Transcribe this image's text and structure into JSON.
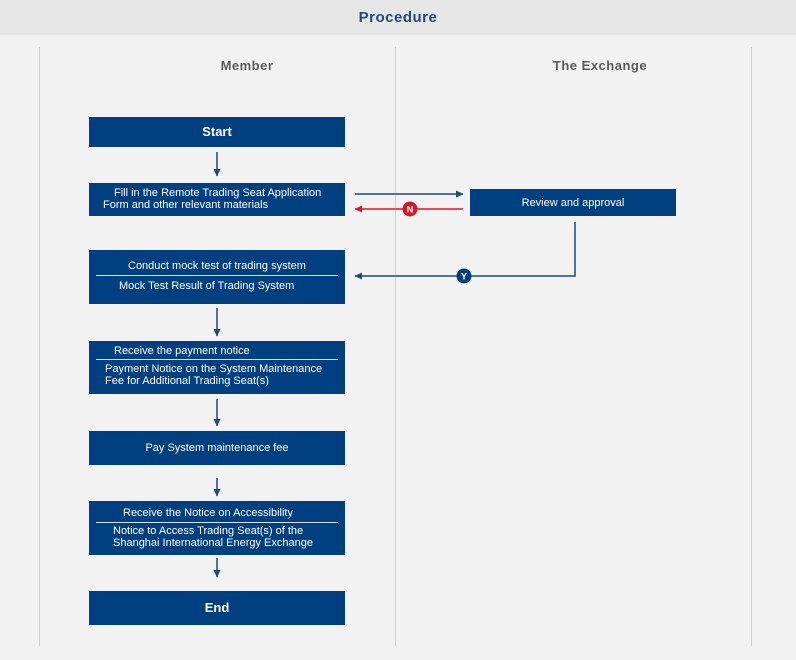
{
  "header": {
    "title": "Procedure"
  },
  "lanes": {
    "member": "Member",
    "exchange": "The Exchange"
  },
  "steps": {
    "start": "Start",
    "apply_line1": "Fill in the Remote Trading Seat Application",
    "apply_line2": "Form and  other relevant materials",
    "review": "Review and approval",
    "mock_title": "Conduct mock test of trading system",
    "mock_doc": "Mock Test Result of Trading System",
    "payment_title": "Receive the payment notice",
    "payment_doc_line1": "Payment Notice on the System Maintenance",
    "payment_doc_line2": "Fee for Additional Trading Seat(s)",
    "pay": "Pay System maintenance fee",
    "access_title": "Receive the Notice on Accessibility",
    "access_doc_line1": "Notice to Access Trading Seat(s) of the",
    "access_doc_line2": "Shanghai International Energy Exchange",
    "end": "End"
  },
  "badges": {
    "no": "N",
    "yes": "Y"
  },
  "colors": {
    "box": "#004080",
    "arrow": "#1e4a7c",
    "reject": "#d7182a",
    "title": "#1e4a7c"
  }
}
